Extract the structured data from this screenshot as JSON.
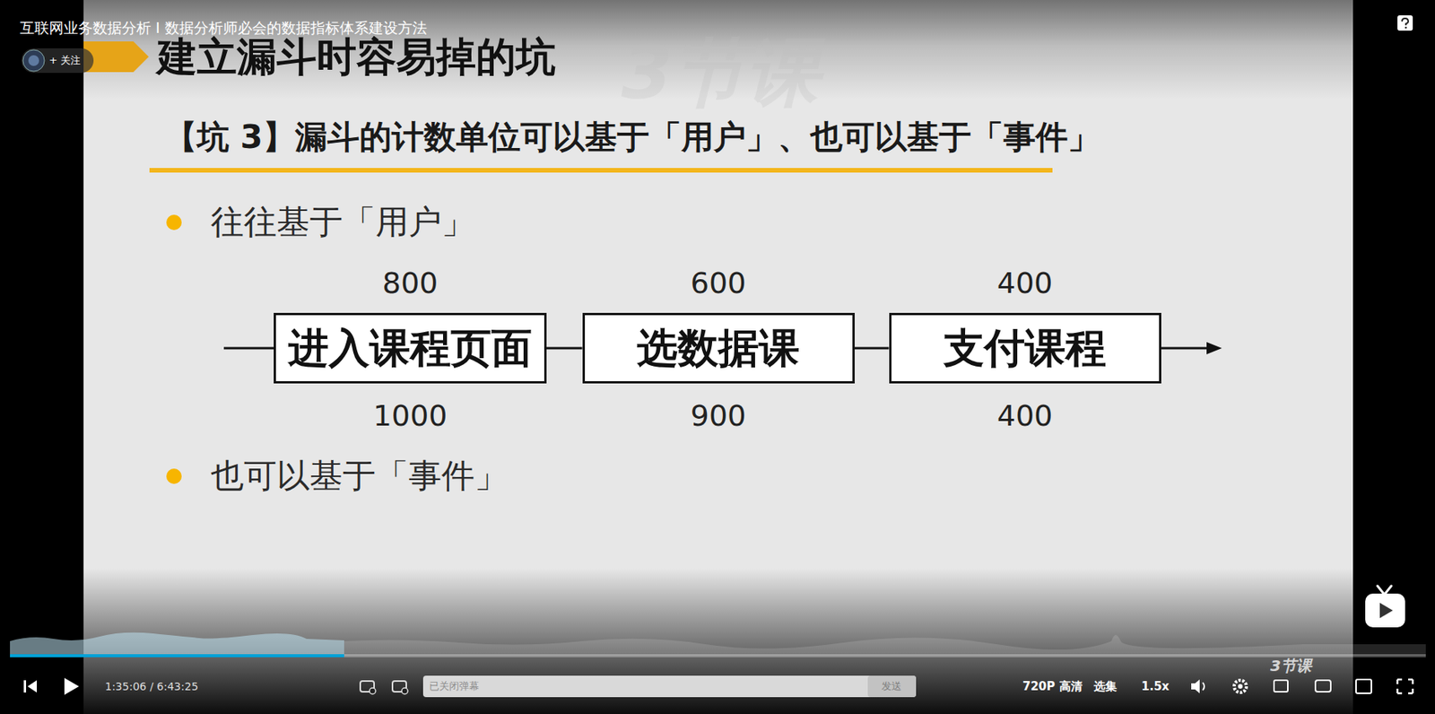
{
  "diagram": {
    "title": "建立漏斗时容易掉的坑",
    "nodes": [
      {
        "text": [
          "进入课程页面"
        ]
      },
      {
        "text": [
          "选数据课"
        ]
      },
      {
        "text": [
          "支付课程"
        ]
      }
    ],
    "edges": [
      {
        "from": 0,
        "to": 1,
        "arrow": "none"
      },
      {
        "from": 1,
        "to": 2,
        "arrow": "none"
      }
    ],
    "labels": [
      "互联网业务数据分析 I 数据分析师必会的数据指标体系建设方法",
      "+ 关注",
      "3节课",
      "【坑 3】漏斗的计数单位可以基于「用户」、也可以基于「事件」",
      "往往基于「用户」",
      "800",
      "600",
      "400",
      "1000",
      "900",
      "400",
      "也可以基于「事件」",
      "1:35:06 / 6:43:25",
      "已关闭弹幕",
      "发送",
      "720P 高清",
      "选集",
      "1.5x",
      "3节课"
    ]
  }
}
